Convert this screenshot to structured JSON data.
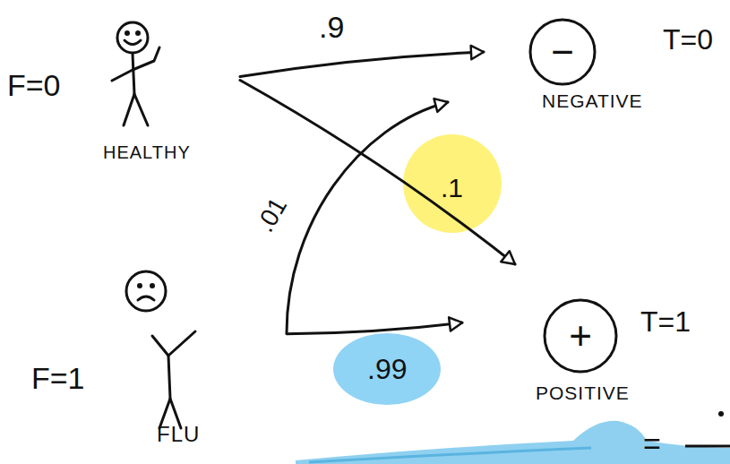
{
  "diagram": {
    "nodes": [
      {
        "text": [
          "F=0",
          "HEALTHY"
        ]
      },
      {
        "text": [
          "−",
          "NEGATIVE",
          "T=0"
        ]
      },
      {
        "text": [
          "F=1",
          "FLU"
        ]
      },
      {
        "text": [
          "+",
          "POSITIVE",
          "T=1"
        ]
      }
    ],
    "edges": [
      {
        "from": 0,
        "to": 1,
        "arrow": "to",
        "label": ".9"
      },
      {
        "from": 0,
        "to": 3,
        "arrow": "to",
        "label": ".1"
      },
      {
        "from": 2,
        "to": 1,
        "arrow": "to",
        "label": ".01"
      },
      {
        "from": 2,
        "to": 3,
        "arrow": "to",
        "label": ".99"
      }
    ],
    "labels": [
      "="
    ]
  }
}
